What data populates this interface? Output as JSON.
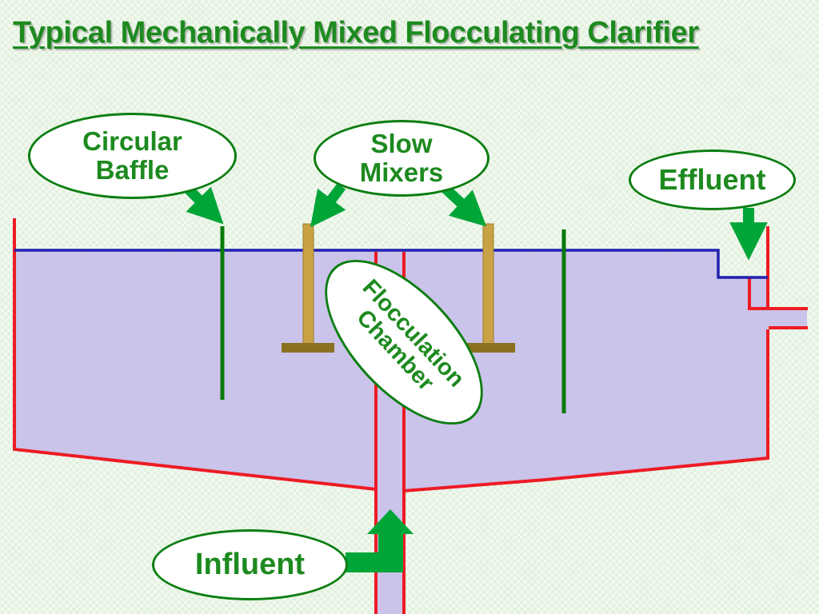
{
  "title": "Typical Mechanically Mixed Flocculating Clarifier",
  "callouts": {
    "circular_baffle": {
      "line1": "Circular",
      "line2": "Baffle"
    },
    "slow_mixers": {
      "line1": "Slow",
      "line2": "Mixers"
    },
    "effluent": {
      "text": "Effluent"
    },
    "flocculation_chamber": {
      "line1": "Flocculation",
      "line2": "Chamber"
    },
    "influent": {
      "text": "Influent"
    }
  },
  "colors": {
    "title_green": "#1d8a1f",
    "label_green": "#1d8a1f",
    "ellipse_border": "#0c7e12",
    "arrow_green": "#00a538",
    "tank_fill": "#cac3ea",
    "outline_red": "#ed1b24",
    "water_blue": "#2020b0",
    "baffle_green": "#0a7a0a",
    "mixer_shaft_tan": "#c9a246",
    "mixer_base_brown": "#8a7020",
    "background": "#e3f1df"
  }
}
